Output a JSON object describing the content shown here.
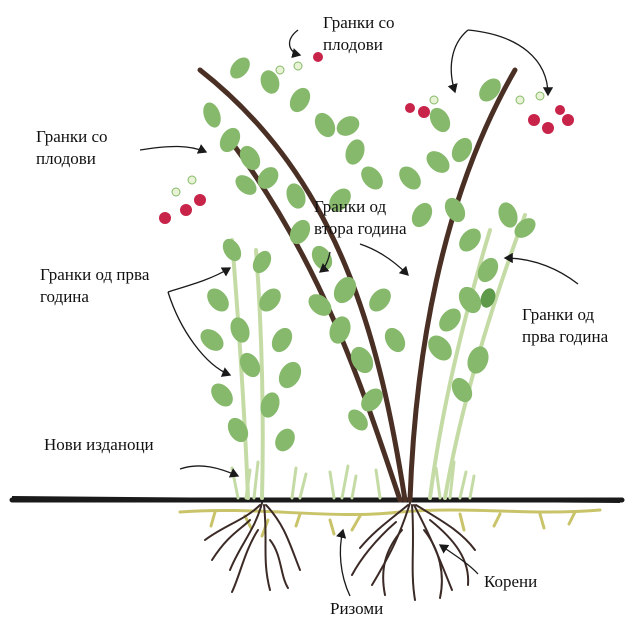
{
  "labels": {
    "fruiting_top": [
      "Гранки со",
      "плодови"
    ],
    "fruiting_left": [
      "Гранки со",
      "плодови"
    ],
    "second_year": [
      "Гранки од",
      "втора година"
    ],
    "first_year_left": [
      "Гранки од прва",
      "година"
    ],
    "first_year_right": [
      "Гранки од",
      "прва година"
    ],
    "new_shoots": "Нови изданоци",
    "roots": "Корени",
    "rhizomes": "Ризоми"
  },
  "colors": {
    "ground": "#1a1a1a",
    "cane_brown": "#4a2f24",
    "cane_green": "#c5dba6",
    "leaf": "#86b96b",
    "leaf_dark": "#5f9a4b",
    "berry": "#c8244a",
    "root": "#3b2a26",
    "rhizome": "#c9c46a",
    "arrow": "#1a1a1a"
  }
}
